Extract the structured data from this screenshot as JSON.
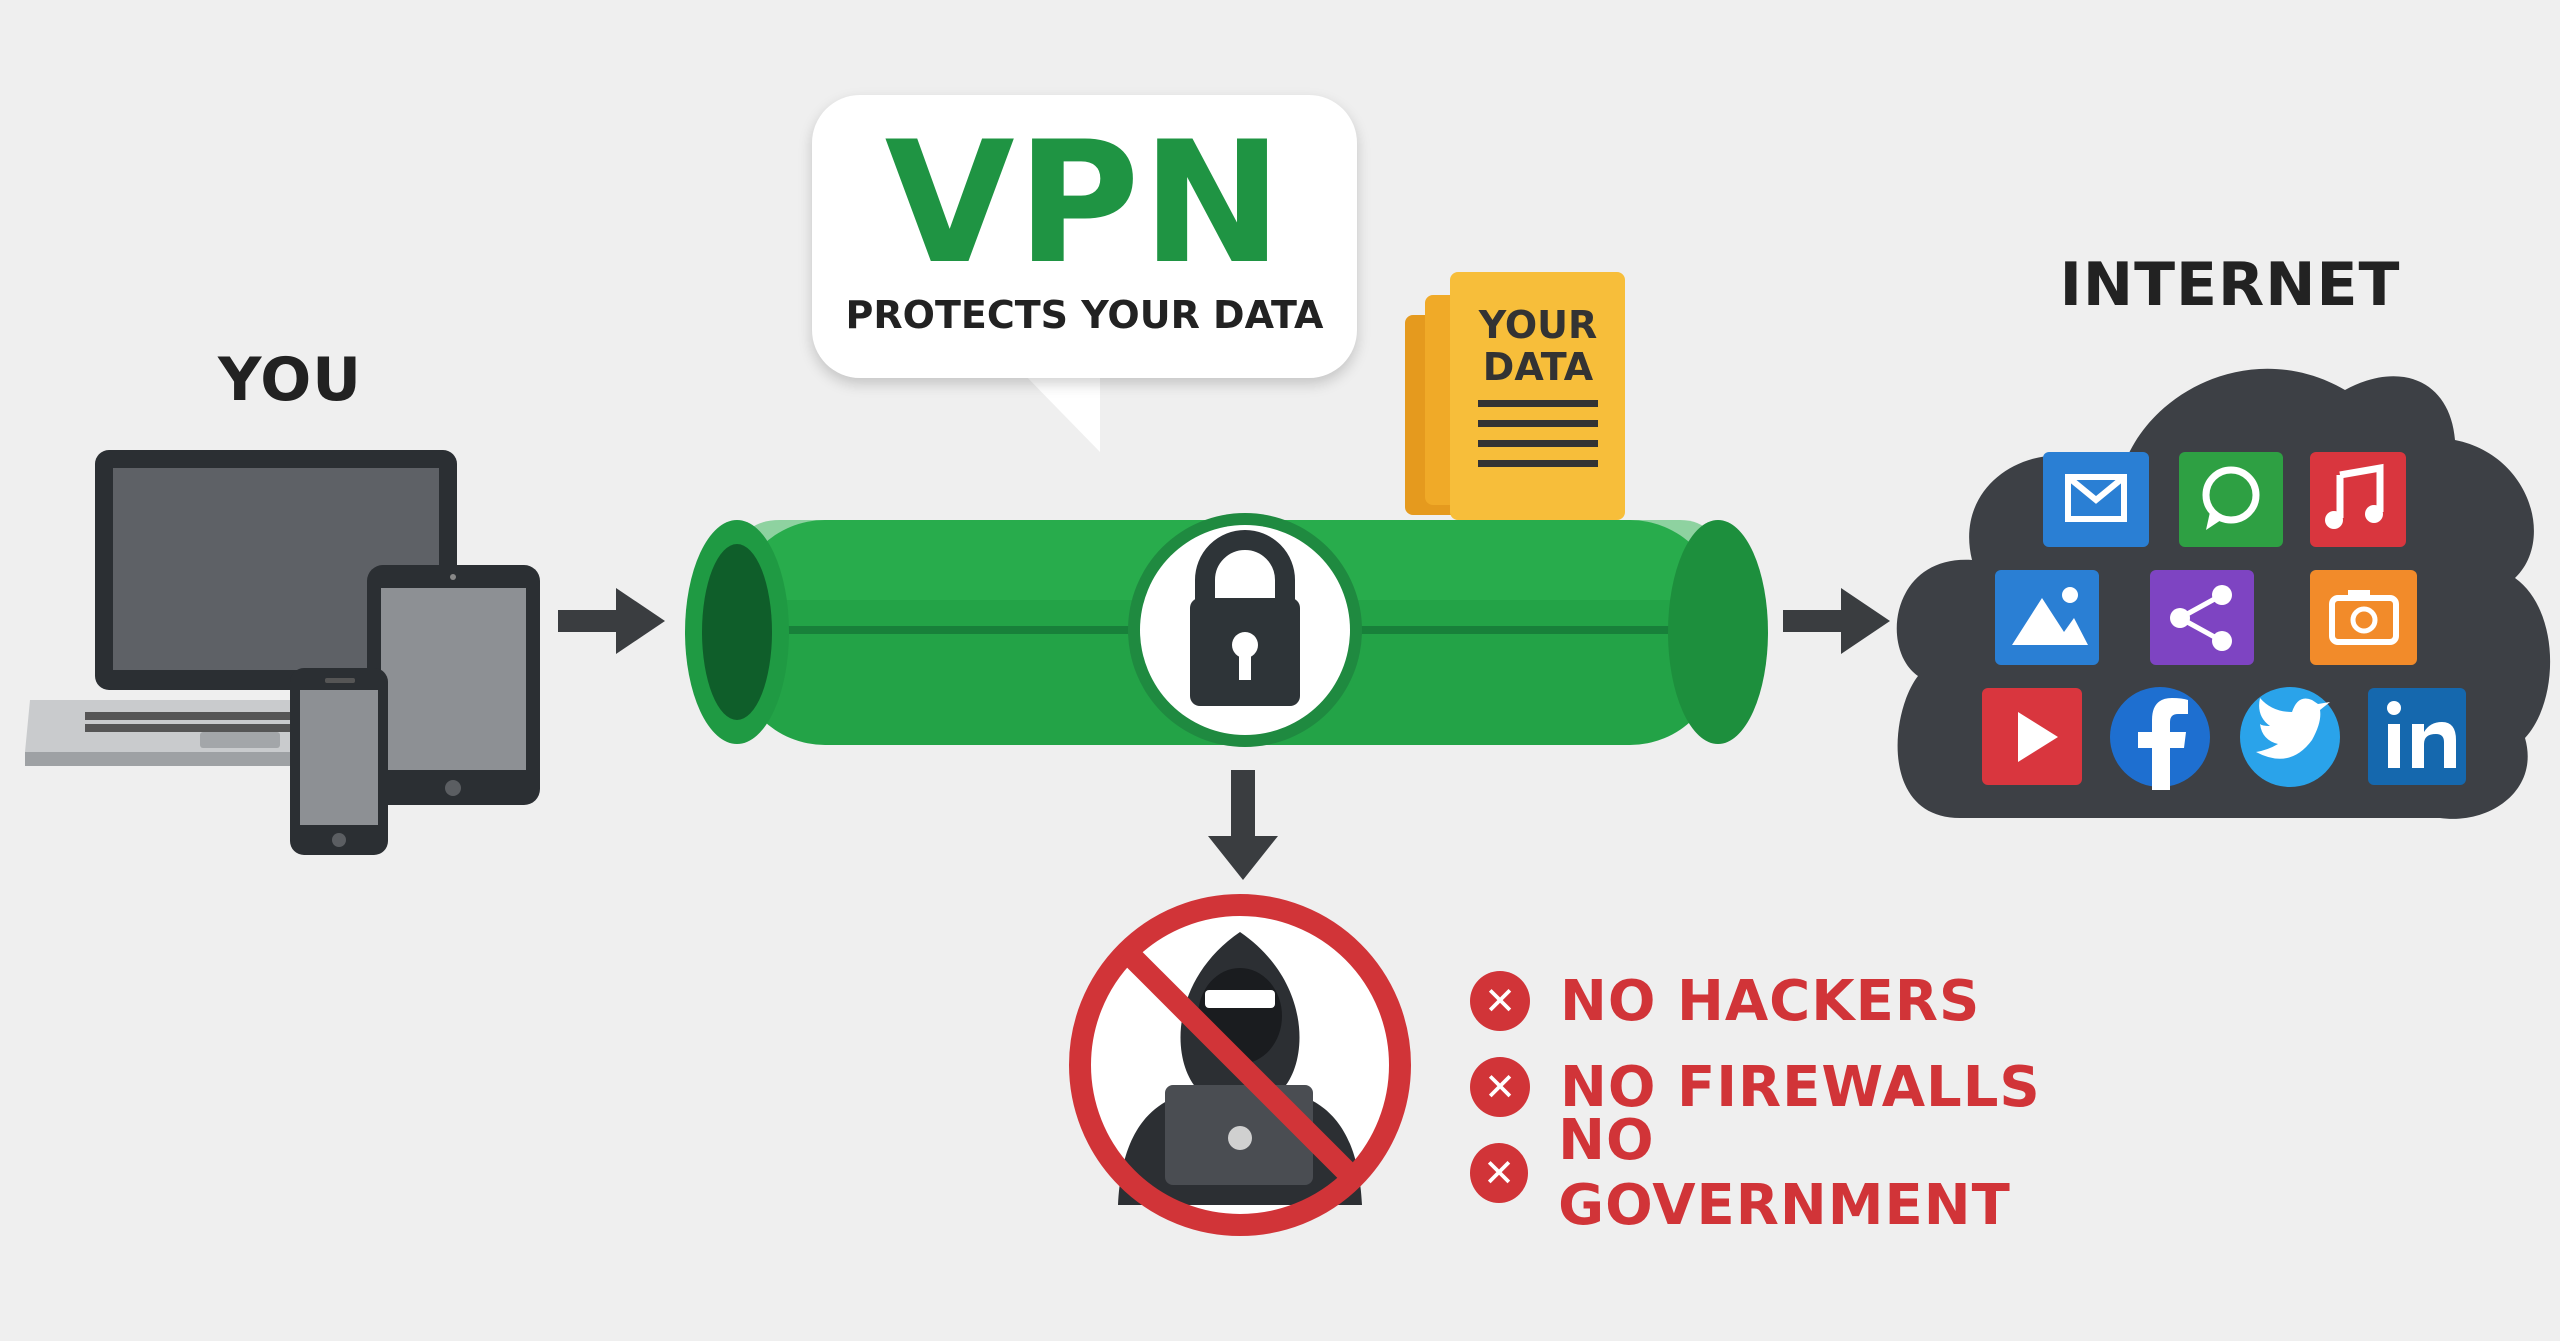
{
  "labels": {
    "you": "YOU",
    "internet": "INTERNET",
    "vpn_title": "VPN",
    "vpn_subtitle": "PROTECTS YOUR DATA",
    "document": "YOUR DATA"
  },
  "blocked": [
    "NO HACKERS",
    "NO FIREWALLS",
    "NO GOVERNMENT"
  ],
  "colors": {
    "background": "#efefef",
    "tunnel_green": "#23a347",
    "vpn_green": "#1f9443",
    "danger_red": "#d13438",
    "cloud_dark": "#3d4045",
    "device_dark": "#2b2f33",
    "document_yellow": "#f7be3a"
  },
  "internet_services": [
    {
      "icon": "mail-icon",
      "color": "#2a7fd4"
    },
    {
      "icon": "chat-icon",
      "color": "#2ea043"
    },
    {
      "icon": "music-icon",
      "color": "#d9363e"
    },
    {
      "icon": "photos-icon",
      "color": "#2a7fd4"
    },
    {
      "icon": "share-icon",
      "color": "#7e44c2"
    },
    {
      "icon": "camera-icon",
      "color": "#f28b2a"
    },
    {
      "icon": "youtube-icon",
      "color": "#d9363e"
    },
    {
      "icon": "facebook-icon",
      "color": "#1e6fd0"
    },
    {
      "icon": "twitter-icon",
      "color": "#2aa3ea"
    },
    {
      "icon": "linkedin-icon",
      "color": "#1568ae"
    }
  ]
}
